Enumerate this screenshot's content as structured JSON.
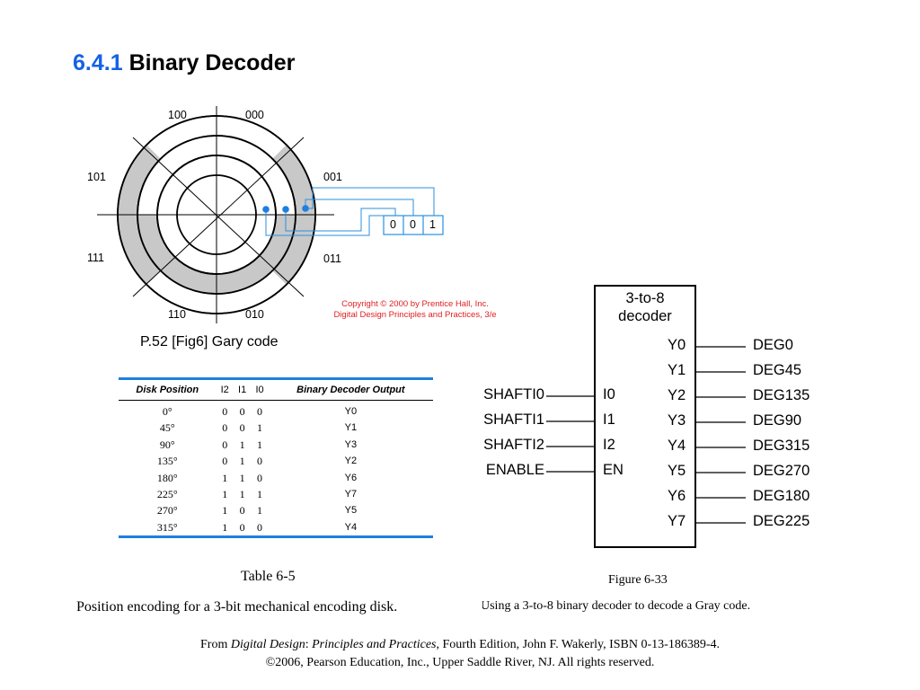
{
  "title": {
    "number": "6.4.1",
    "text": "Binary Decoder"
  },
  "disk": {
    "labels": {
      "top_left": "100",
      "top_right": "000",
      "mid_left": "101",
      "mid_right": "001",
      "low_left": "111",
      "low_right": "011",
      "bottom_left": "110",
      "bottom_right": "010"
    },
    "output_bits": [
      "0",
      "0",
      "1"
    ],
    "copyright_line1": "Copyright © 2000 by Prentice Hall, Inc.",
    "copyright_line2": "Digital Design Principles and Practices, 3/e",
    "colors": {
      "shade": "#c8c8c8",
      "wire": "#2a8fe0",
      "contact": "#1e7fe0"
    }
  },
  "fig6_label": "P.52  [Fig6] Gary code",
  "table": {
    "headers": [
      "Disk Position",
      "I2",
      "I1",
      "I0",
      "Binary Decoder Output"
    ],
    "rows": [
      [
        "0°",
        "0",
        "0",
        "0",
        "Y0"
      ],
      [
        "45°",
        "0",
        "0",
        "1",
        "Y1"
      ],
      [
        "90°",
        "0",
        "1",
        "1",
        "Y3"
      ],
      [
        "135°",
        "0",
        "1",
        "0",
        "Y2"
      ],
      [
        "180°",
        "1",
        "1",
        "0",
        "Y6"
      ],
      [
        "225°",
        "1",
        "1",
        "1",
        "Y7"
      ],
      [
        "270°",
        "1",
        "0",
        "1",
        "Y5"
      ],
      [
        "315°",
        "1",
        "0",
        "0",
        "Y4"
      ]
    ],
    "rule_color": "#1e7fe0",
    "caption_number": "Table 6-5",
    "caption_text": "Position encoding for a 3-bit mechanical encoding disk."
  },
  "decoder": {
    "title_line1": "3-to-8",
    "title_line2": "decoder",
    "inputs_pins": [
      "I0",
      "I1",
      "I2",
      "EN"
    ],
    "input_signals": [
      "SHAFTI0",
      "SHAFTI1",
      "SHAFTI2",
      "ENABLE"
    ],
    "outputs_pins": [
      "Y0",
      "Y1",
      "Y2",
      "Y3",
      "Y4",
      "Y5",
      "Y6",
      "Y7"
    ],
    "output_signals": [
      "DEG0",
      "DEG45",
      "DEG135",
      "DEG90",
      "DEG315",
      "DEG270",
      "DEG180",
      "DEG225"
    ],
    "caption_number": "Figure 6-33",
    "caption_text": "Using a 3-to-8 binary decoder to decode a Gray code."
  },
  "footer": {
    "line1_from": "From ",
    "line1_book": "Digital Design",
    "line1_colon": ": ",
    "line1_subtitle": "Principles and Practices",
    "line1_rest": ", Fourth Edition, John F. Wakerly, ISBN 0-13-186389-4.",
    "line2": "©2006, Pearson Education, Inc., Upper Saddle River, NJ. All rights reserved."
  }
}
